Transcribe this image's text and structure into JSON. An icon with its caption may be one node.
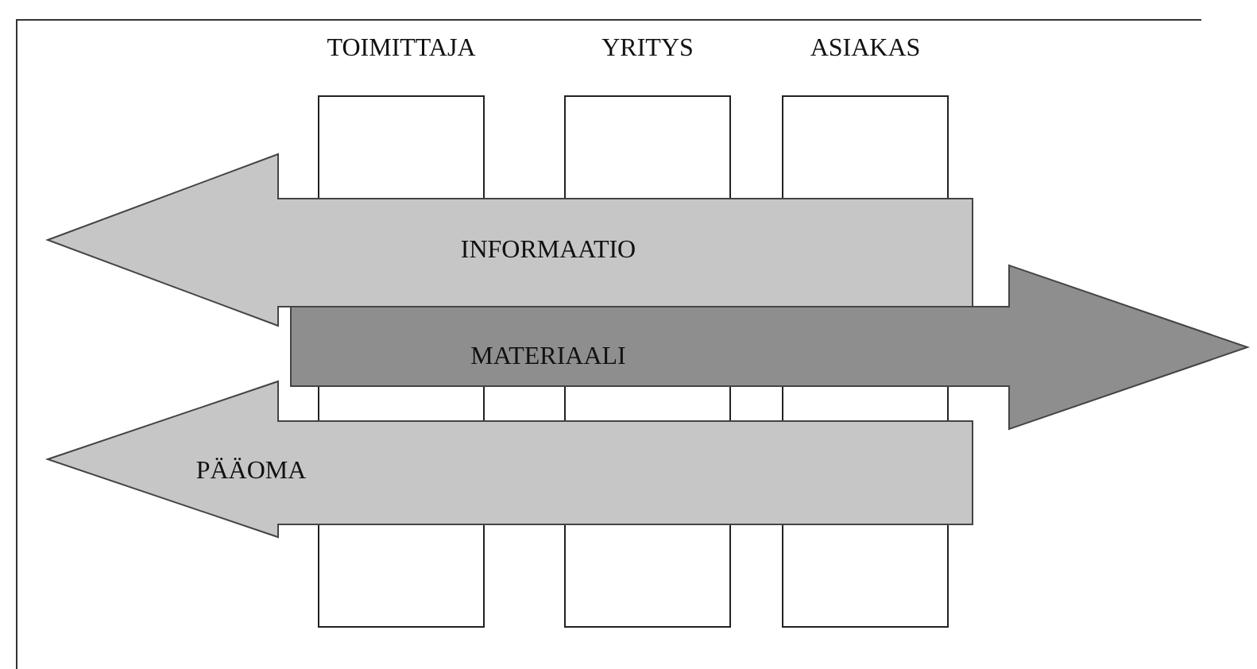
{
  "diagram": {
    "nodes": [
      {
        "text": [
          "TOIMITTAJA"
        ]
      },
      {
        "text": [
          "YRITYS"
        ]
      },
      {
        "text": [
          "ASIAKAS"
        ]
      },
      {
        "text": [
          "INFORMAATIO"
        ]
      },
      {
        "text": [
          "MATERIAALI"
        ]
      },
      {
        "text": [
          "PÄÄOMA"
        ]
      }
    ]
  }
}
